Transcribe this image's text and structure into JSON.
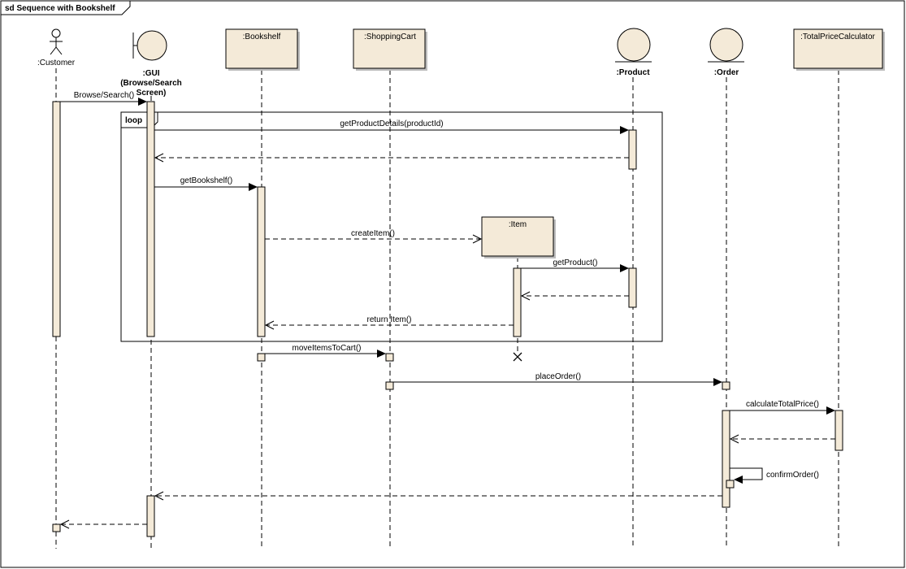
{
  "frame": {
    "title": "sd Sequence with Bookshelf"
  },
  "fragment": {
    "operator": "loop"
  },
  "lifelines": {
    "customer": {
      "label": ":Customer"
    },
    "gui": {
      "label_line1": ":GUI",
      "label_line2": "(Browse/Search",
      "label_line3": "Screen)"
    },
    "bookshelf": {
      "label": ":Bookshelf"
    },
    "cart": {
      "label": ":ShoppingCart"
    },
    "product": {
      "label": ":Product"
    },
    "order": {
      "label": ":Order"
    },
    "calculator": {
      "label": ":TotalPriceCalculator"
    },
    "item": {
      "label": ":Item"
    }
  },
  "messages": {
    "browse": "Browse/Search()",
    "get_product_details": "getProductDetails(productId)",
    "get_bookshelf": "getBookshelf()",
    "create_item": "createItem()",
    "get_product": "getProduct()",
    "return_item": "return Item()",
    "move_items": "moveItemsToCart()",
    "place_order": "placeOrder()",
    "calculate_total": "calculateTotalPrice()",
    "confirm_order": "confirmOrder()"
  },
  "colors": {
    "box_fill": "#f4ead8",
    "stroke": "#000000",
    "shadow": "#bdbdbd"
  }
}
